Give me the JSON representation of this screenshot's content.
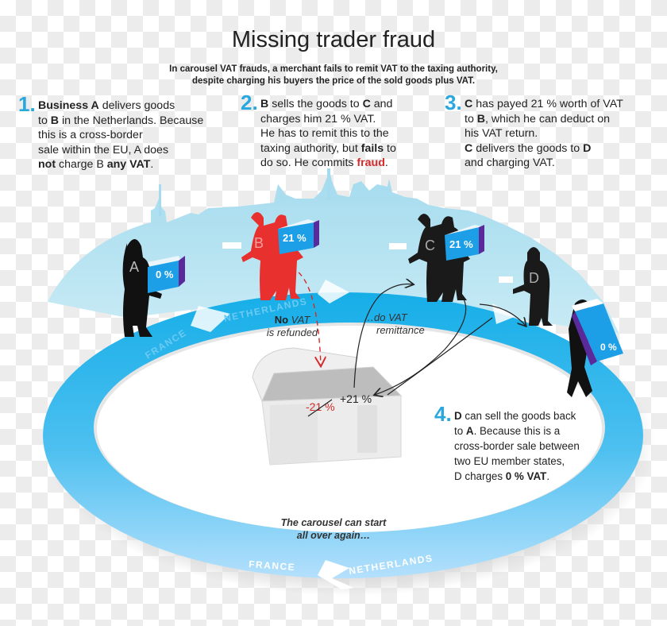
{
  "header": {
    "title": "Missing trader fraud",
    "subtitle_line1": "In carousel VAT frauds, a merchant fails to remit VAT to the taxing authority,",
    "subtitle_line2": "despite charging his buyers the price of the sold goods plus VAT."
  },
  "steps": [
    {
      "number": "1.",
      "lines": [
        [
          {
            "t": "Business A",
            "b": true
          },
          {
            "t": " delivers goods"
          }
        ],
        [
          {
            "t": "to "
          },
          {
            "t": "B",
            "b": true
          },
          {
            "t": " in the Netherlands. Because"
          }
        ],
        [
          {
            "t": "this is a cross-border"
          }
        ],
        [
          {
            "t": "sale within the EU, A does"
          }
        ],
        [
          {
            "t": "not",
            "b": true
          },
          {
            "t": " charge B "
          },
          {
            "t": "any VAT",
            "b": true
          },
          {
            "t": "."
          }
        ]
      ]
    },
    {
      "number": "2.",
      "lines": [
        [
          {
            "t": "B",
            "b": true
          },
          {
            "t": " sells the goods to "
          },
          {
            "t": "C",
            "b": true
          },
          {
            "t": " and"
          }
        ],
        [
          {
            "t": "charges him 21 % VAT."
          }
        ],
        [
          {
            "t": "He has to remit this to the"
          }
        ],
        [
          {
            "t": "taxing authority, but "
          },
          {
            "t": "fails",
            "b": true
          },
          {
            "t": " to"
          }
        ],
        [
          {
            "t": "do so. He commits "
          },
          {
            "t": "fraud",
            "red": true
          },
          {
            "t": "."
          }
        ]
      ]
    },
    {
      "number": "3.",
      "lines": [
        [
          {
            "t": "C",
            "b": true
          },
          {
            "t": " has payed 21 % worth of VAT"
          }
        ],
        [
          {
            "t": "to "
          },
          {
            "t": "B",
            "b": true
          },
          {
            "t": ", which he can deduct on"
          }
        ],
        [
          {
            "t": "his VAT return."
          }
        ],
        [
          {
            "t": "C",
            "b": true
          },
          {
            "t": " delivers the goods to "
          },
          {
            "t": "D",
            "b": true
          }
        ],
        [
          {
            "t": "and charging VAT."
          }
        ]
      ]
    },
    {
      "number": "4.",
      "lines": [
        [
          {
            "t": "D",
            "b": true
          },
          {
            "t": " can sell the goods back"
          }
        ],
        [
          {
            "t": "to "
          },
          {
            "t": "A",
            "b": true
          },
          {
            "t": ". Because this is a"
          }
        ],
        [
          {
            "t": "cross-border sale between"
          }
        ],
        [
          {
            "t": "two EU member states,"
          }
        ],
        [
          {
            "t": "D charges "
          },
          {
            "t": "0 % VAT",
            "b": true
          },
          {
            "t": "."
          }
        ]
      ]
    }
  ],
  "annotations": {
    "no_vat_bold": "No",
    "no_vat_rest": " VAT",
    "no_vat_line2": "is refunded",
    "remit_line1": "…do VAT",
    "remit_line2": "remittance",
    "chest_minus": "-21 %",
    "chest_plus": "+21 %",
    "carousel_line1": "The carousel can start",
    "carousel_line2": "all over again…"
  },
  "ring_labels": {
    "upper_france": "FRANCE",
    "upper_netherlands": "NETHERLANDS",
    "lower_france": "FRANCE",
    "lower_netherlands": "NETHERLANDS"
  },
  "actors": {
    "a": {
      "letter": "A",
      "box": "0 %",
      "color": "#111111"
    },
    "b": {
      "letter": "B",
      "box": "21 %",
      "color": "#e8302e"
    },
    "c": {
      "letter": "C",
      "box": "21 %",
      "color": "#1a1a1a"
    },
    "d": {
      "letter": "D",
      "box": "0 %",
      "color": "#1a1a1a"
    }
  },
  "colors": {
    "ring_dark": "#1bb0e8",
    "ring_light": "#aadcfb",
    "skyline": "#a6dcee",
    "box_blue": "#1c9fe6",
    "box_purple": "#5b2a9a",
    "step_number": "#29a8e0",
    "fraud_red": "#d42a2a"
  }
}
